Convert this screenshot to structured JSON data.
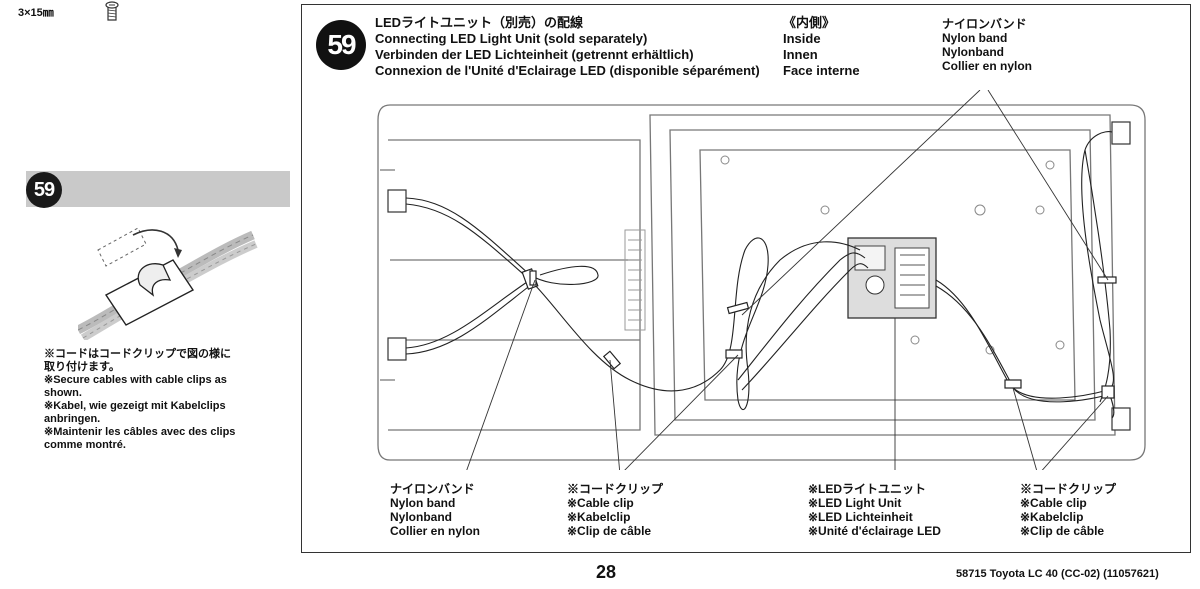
{
  "left_column": {
    "screw_label": "3×15㎜",
    "step_number": "59",
    "notes": [
      "※コードはコードクリップで図の様に",
      "取り付けます。",
      "※Secure cables with cable clips as",
      "shown.",
      "※Kabel, wie gezeigt mit Kabelclips",
      "anbringen.",
      "※Maintenir les câbles avec des clips",
      "comme montré."
    ]
  },
  "main": {
    "step_number": "59",
    "title_lines": [
      "LEDライトユニット（別売）の配線",
      "Connecting LED Light Unit (sold separately)",
      "Verbinden der LED Lichteinheit (getrennt erhältlich)",
      "Connexion de l'Unité d'Eclairage LED (disponible séparément)"
    ],
    "inside_lines": [
      "《内側》",
      "Inside",
      "Innen",
      "Face interne"
    ],
    "nylon_band_top": [
      "ナイロンバンド",
      "Nylon band",
      "Nylonband",
      "Collier en nylon"
    ],
    "callouts": {
      "nylon_band": [
        "ナイロンバンド",
        "Nylon band",
        "Nylonband",
        "Collier en nylon"
      ],
      "cable_clip_left": [
        "※コードクリップ",
        "※Cable clip",
        "※Kabelclip",
        "※Clip de câble"
      ],
      "led_unit": [
        "※LEDライトユニット",
        "※LED Light Unit",
        "※LED Lichteinheit",
        "※Unité d'éclairage LED"
      ],
      "cable_clip_right": [
        "※コードクリップ",
        "※Cable clip",
        "※Kabelclip",
        "※Clip de câble"
      ]
    }
  },
  "footer": {
    "page_number": "28",
    "model_text": "58715 Toyota LC 40 (CC-02) (11057621)"
  }
}
